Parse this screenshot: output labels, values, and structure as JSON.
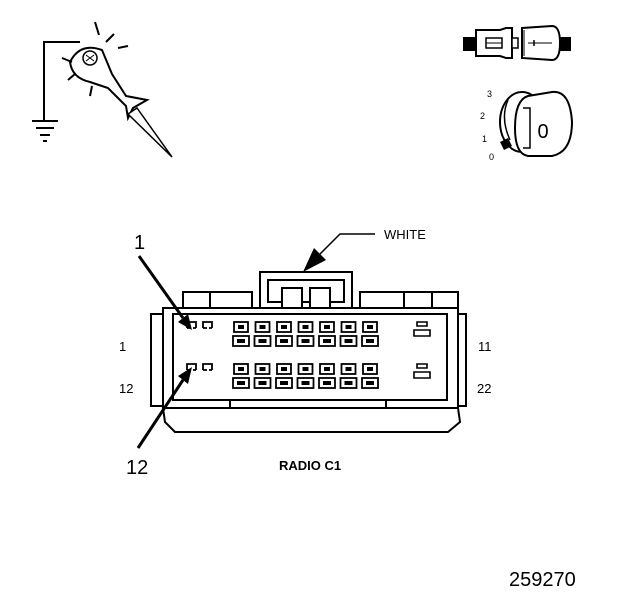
{
  "connector": {
    "name": "RADIO C1",
    "color": "WHITE"
  },
  "callouts": {
    "top": "1",
    "bottom": "12"
  },
  "pins": {
    "top_left": "1",
    "top_right": "11",
    "bottom_left": "12",
    "bottom_right": "22"
  },
  "ignition": {
    "positions": [
      "3",
      "2",
      "1",
      "0"
    ],
    "key_label": "0"
  },
  "figure_number": "259270",
  "icons": [
    "test-probe-icon",
    "ground-symbol-icon",
    "connector-disconnect-icon",
    "ignition-key-icon"
  ]
}
